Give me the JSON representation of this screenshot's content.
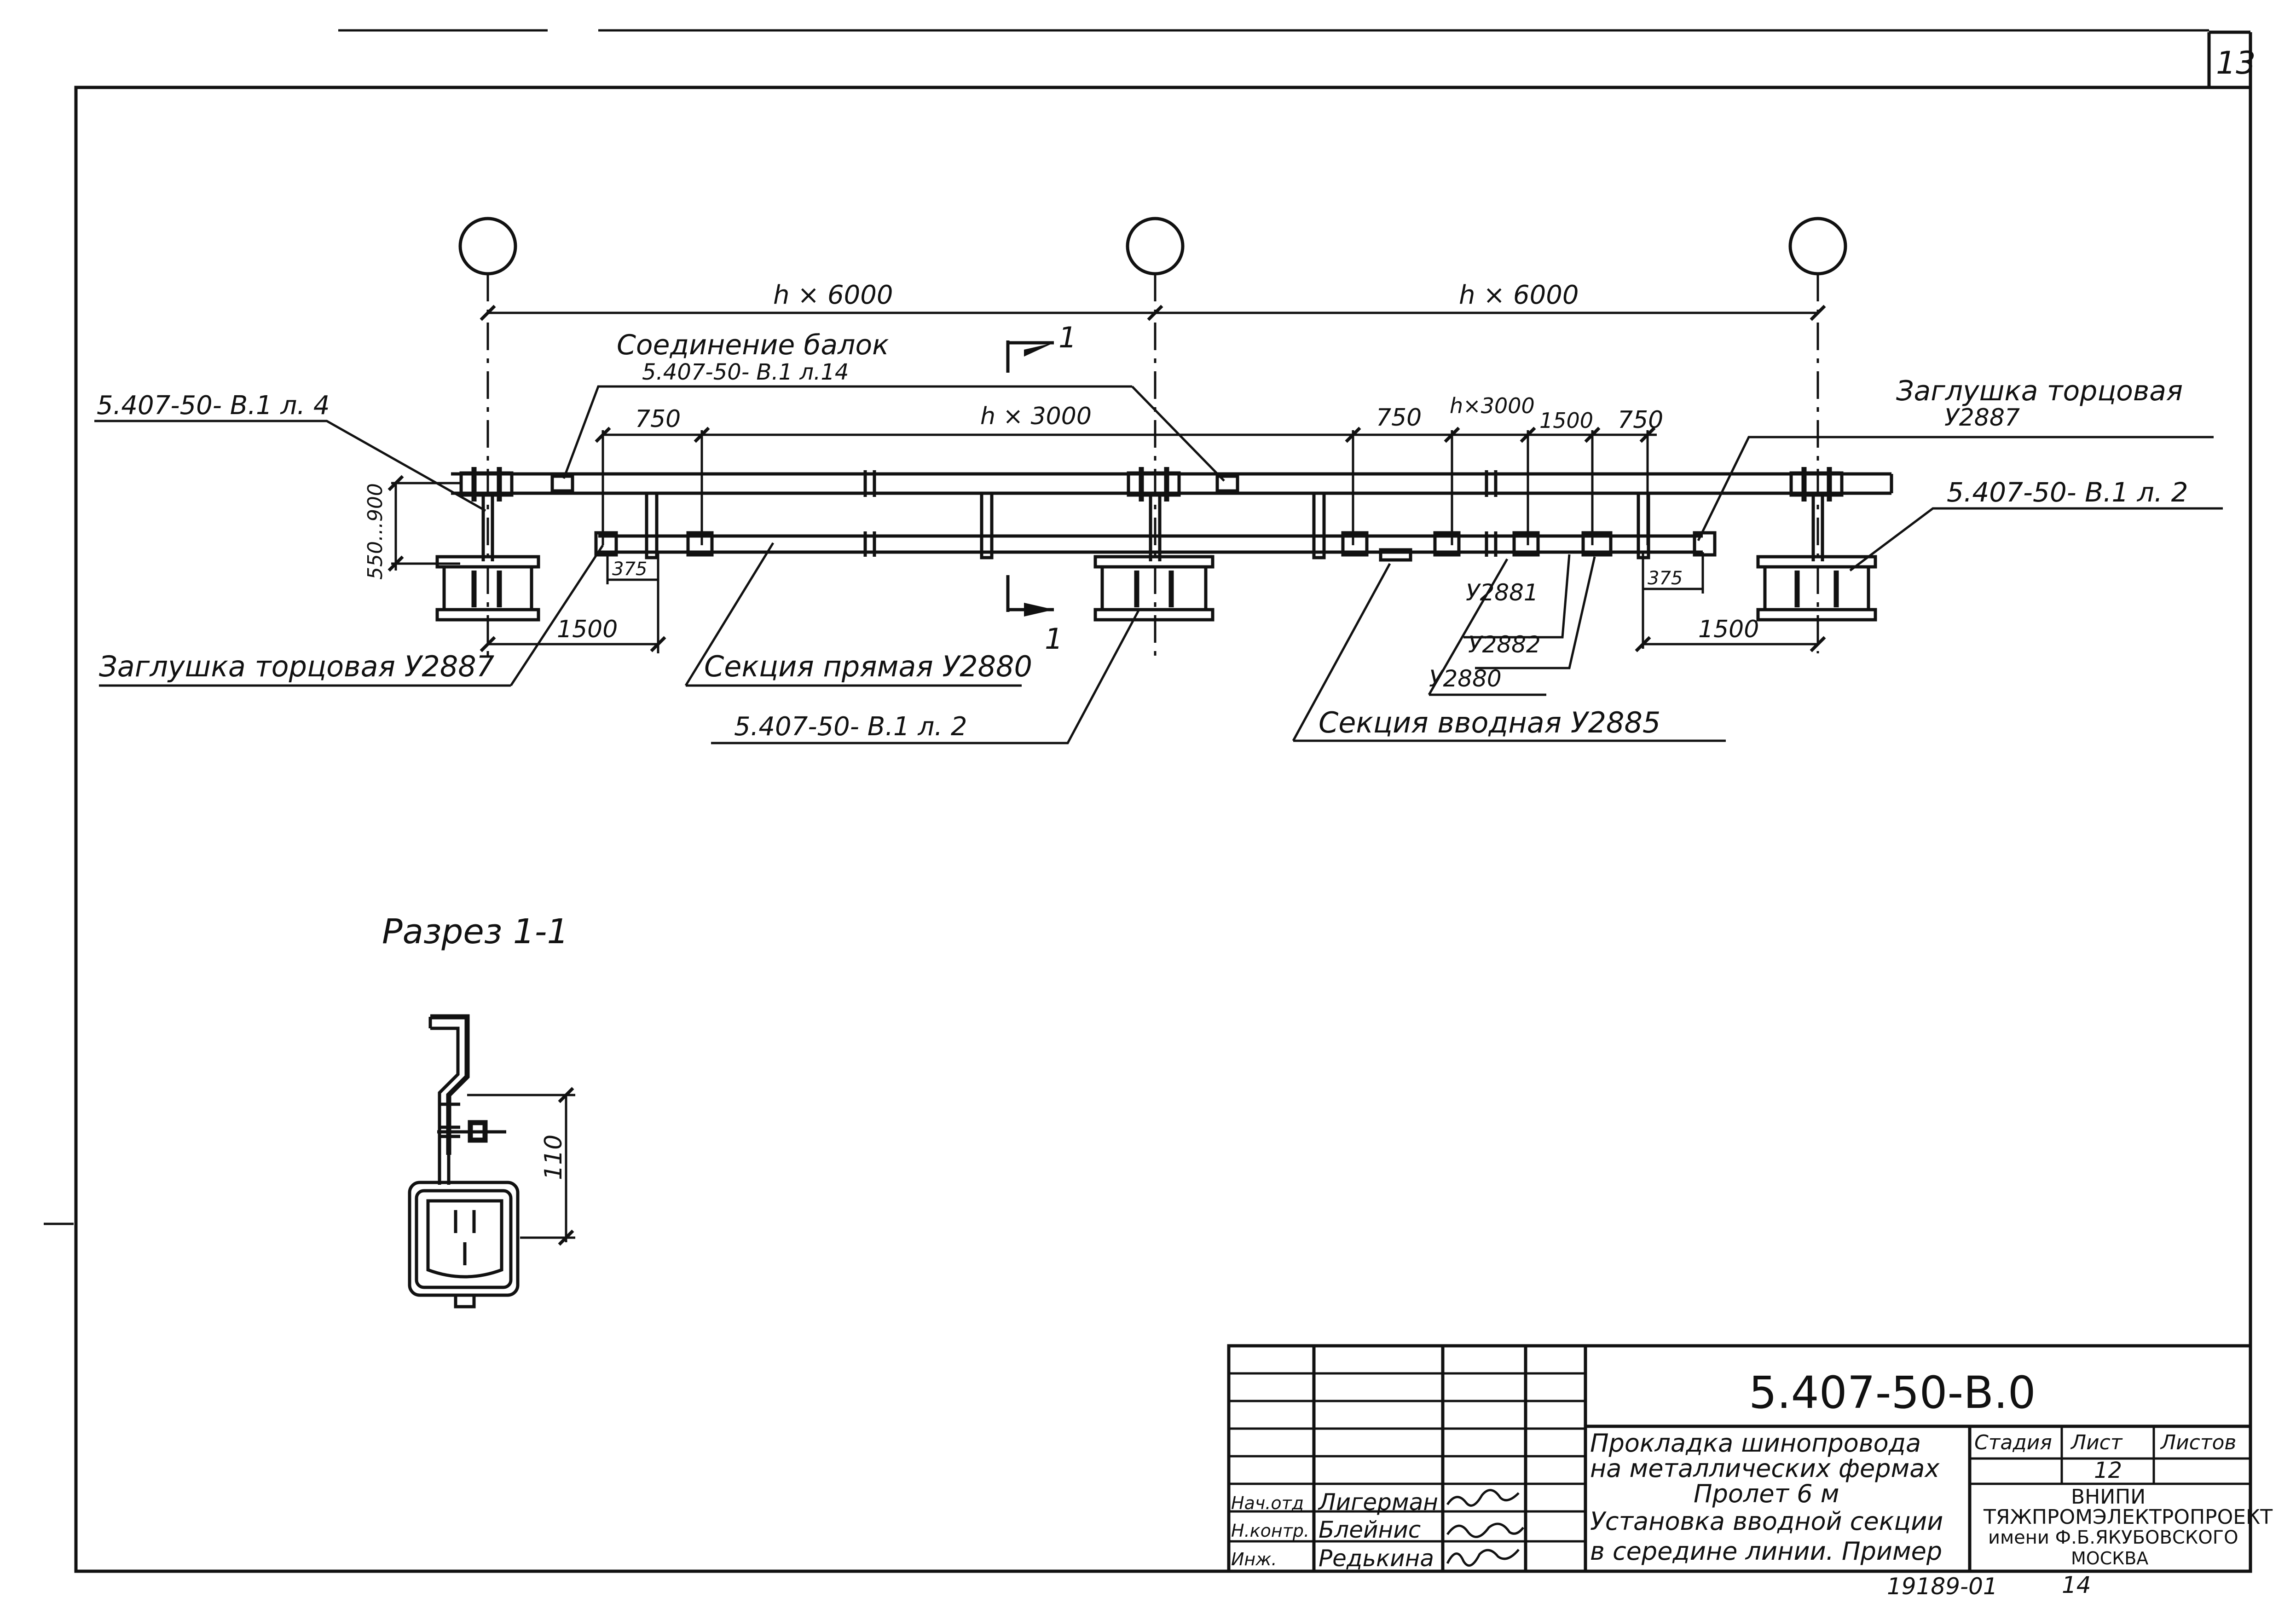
{
  "sheet": {
    "page_number": "13"
  },
  "plan": {
    "dim_span_left": "h × 6000",
    "dim_span_right": "h × 6000",
    "dim_750_a": "750",
    "dim_h3000_a": "h × 3000",
    "dim_750_b": "750",
    "dim_h3000_b": "h×3000",
    "dim_1500_top": "1500",
    "dim_750_c": "750",
    "dim_550_900": "550...900",
    "dim_375_left": "375",
    "dim_375_right": "375",
    "dim_1500_left": "1500",
    "dim_1500_right": "1500",
    "section_mark": "1"
  },
  "callouts": {
    "ref_sheet4": "5.407-50- В.1 л. 4",
    "beam_joint_title": "Соединение балок",
    "beam_joint_ref": "5.407-50- В.1  л.14",
    "end_cap_right_title": "Заглушка торцовая",
    "end_cap_right_code": "У2887",
    "ref_sheet2_right": "5.407-50- В.1 л. 2",
    "end_cap_left": "Заглушка торцовая У2887",
    "straight_section": "Секция прямая У2880",
    "ref_sheet2_bottom": "5.407-50- В.1 л. 2",
    "code_u2881": "У2881",
    "code_u2882": "У2882",
    "code_u2880": "У2880",
    "input_section": "Секция вводная  У2885"
  },
  "section_view": {
    "title": "Разрез 1-1",
    "dim_110": "110"
  },
  "title_block": {
    "designation": "5.407-50-В.0",
    "title_line1": "Прокладка шинопровода",
    "title_line2": "на металлических фермах",
    "title_line3": "Пролет 6 м",
    "title_line4": "Установка вводной секции",
    "title_line5": "в середине линии. Пример",
    "stage_label": "Стадия",
    "sheet_label": "Лист",
    "sheets_label": "Листов",
    "sheet_value": "12",
    "org_line1": "ВНИПИ",
    "org_line2": "ТЯЖПРОМЭЛЕКТРОПРОЕКТ",
    "org_line3": "имени Ф.Б.ЯКУБОВСКОГО",
    "org_line4": "МОСКВА",
    "role1": "Нач.отд",
    "name1": "Лигерман",
    "role2": "Н.контр.",
    "name2": "Блейнис",
    "role3": "Инж.",
    "name3": "Редькина"
  },
  "footer": {
    "archive_number": "19189-01",
    "archive_sheet": "14"
  }
}
